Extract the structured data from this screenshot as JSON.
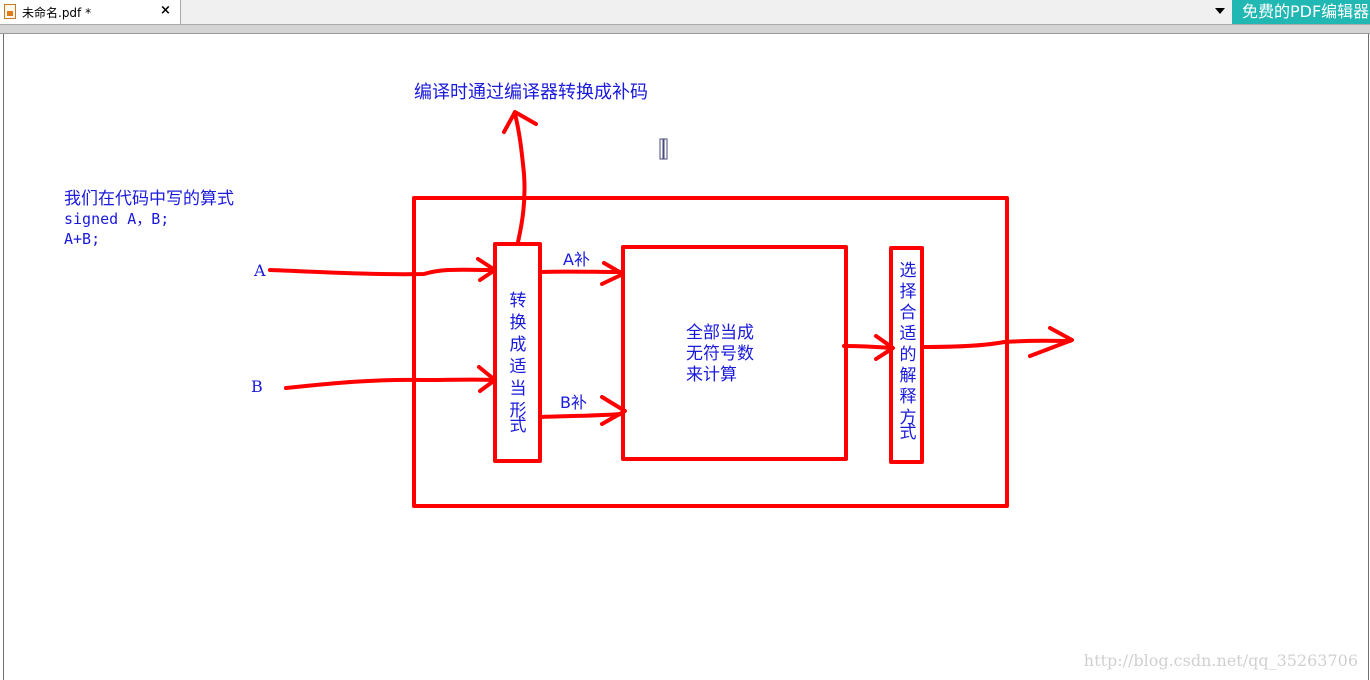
{
  "tab": {
    "title": "未命名.pdf *",
    "close_symbol": "×"
  },
  "promo": {
    "label": "免费的PDF编辑器"
  },
  "diagram": {
    "top_note": "编译时通过编译器转换成补码",
    "left_note": {
      "line1": "我们在代码中写的算式",
      "line2": "signed A，B;",
      "line3": "A+B;"
    },
    "input_a": "A",
    "input_b": "B",
    "box1": [
      "转",
      "换",
      "成",
      "适",
      "当",
      "形",
      "式"
    ],
    "a_comp": "A补",
    "b_comp": "B补",
    "box2": [
      "全部当成",
      "无符号数",
      "来计算"
    ],
    "box3": [
      "选",
      "择",
      "合",
      "适",
      "的",
      "解",
      "释",
      "方",
      "式"
    ],
    "colors": {
      "ink": "#ff0000",
      "text": "#1a1adb"
    }
  },
  "watermark": "http://blog.csdn.net/qq_35263706"
}
